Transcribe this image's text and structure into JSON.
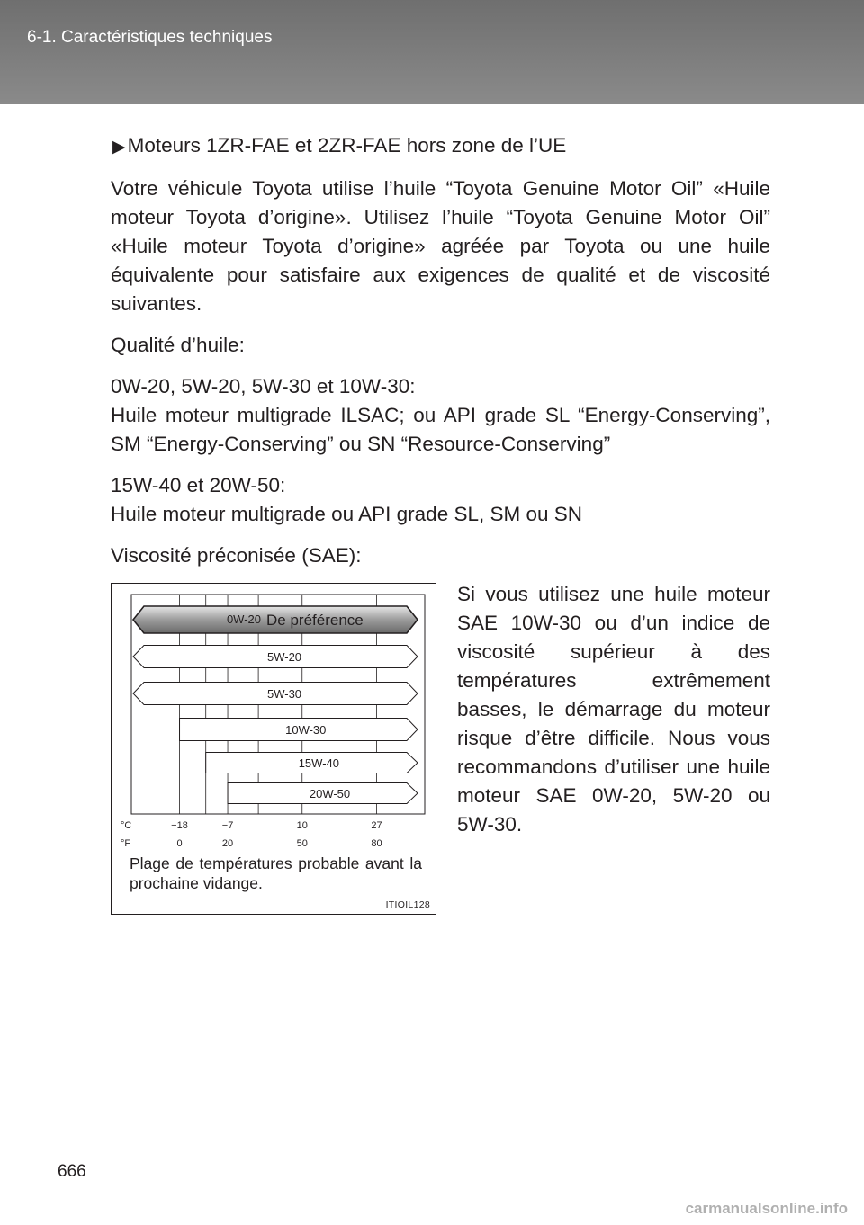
{
  "header": {
    "section": "6-1. Caractéristiques techniques"
  },
  "content": {
    "bullet": "Moteurs 1ZR-FAE et 2ZR-FAE hors zone de l’UE",
    "para1": "Votre véhicule Toyota utilise l’huile “Toyota Genuine Motor Oil” «Huile moteur Toyota d’origine». Utilisez l’huile  “Toyota Genuine Motor Oil” «Huile moteur Toyota d’origine» agréée par Toyota ou une huile équivalente pour satisfaire aux exigences de qualité et de viscosité suivantes.",
    "quality_label": "Qualité d’huile:",
    "grades1_title": "0W-20, 5W-20, 5W-30 et 10W-30:",
    "grades1_text": "Huile moteur multigrade ILSAC; ou API grade SL “Energy-Conserving”, SM “Energy-Conserving” ou SN “Resource-Conserving”",
    "grades2_title": "15W-40 et 20W-50:",
    "grades2_text": "Huile moteur multigrade ou API grade SL, SM ou SN",
    "viscosity_label": "Viscosité préconisée (SAE):",
    "side_text": "Si vous utilisez une huile moteur SAE 10W-30 ou d’un indice de viscosité supérieur à des températures extrêmement basses, le démarrage du moteur risque d’être difficile. Nous vous recommandons d’utiliser une huile moteur SAE 0W-20, 5W-20 ou 5W-30."
  },
  "chart_data": {
    "type": "range-bar",
    "categories": [
      "0W-20",
      "5W-20",
      "5W-30",
      "10W-30",
      "15W-40",
      "20W-50"
    ],
    "preferred_label": "De préférence",
    "preferred_grade": "0W-20",
    "ranges_celsius": [
      {
        "grade": "0W-20",
        "min": null,
        "max": null,
        "open_left": true,
        "open_right": true
      },
      {
        "grade": "5W-20",
        "min": null,
        "max": null,
        "open_left": true,
        "open_right": true
      },
      {
        "grade": "5W-30",
        "min": null,
        "max": null,
        "open_left": true,
        "open_right": true
      },
      {
        "grade": "10W-30",
        "min": -18,
        "max": null,
        "open_left": false,
        "open_right": true
      },
      {
        "grade": "15W-40",
        "min": -12,
        "max": null,
        "open_left": false,
        "open_right": true
      },
      {
        "grade": "20W-50",
        "min": -7,
        "max": null,
        "open_left": false,
        "open_right": true
      }
    ],
    "axis_c_label": "°C",
    "axis_f_label": "°F",
    "ticks_c": [
      "−18",
      "−7",
      "10",
      "27"
    ],
    "ticks_f": [
      "0",
      "20",
      "50",
      "80"
    ],
    "tick_values_c": [
      -18,
      -7,
      10,
      27
    ],
    "xlim_c": [
      -29,
      38
    ],
    "caption": "Plage de températures probable avant la prochaine vidange.",
    "figure_code": "ITIOIL128"
  },
  "page_number": "666",
  "footer": "carmanualsonline.info"
}
